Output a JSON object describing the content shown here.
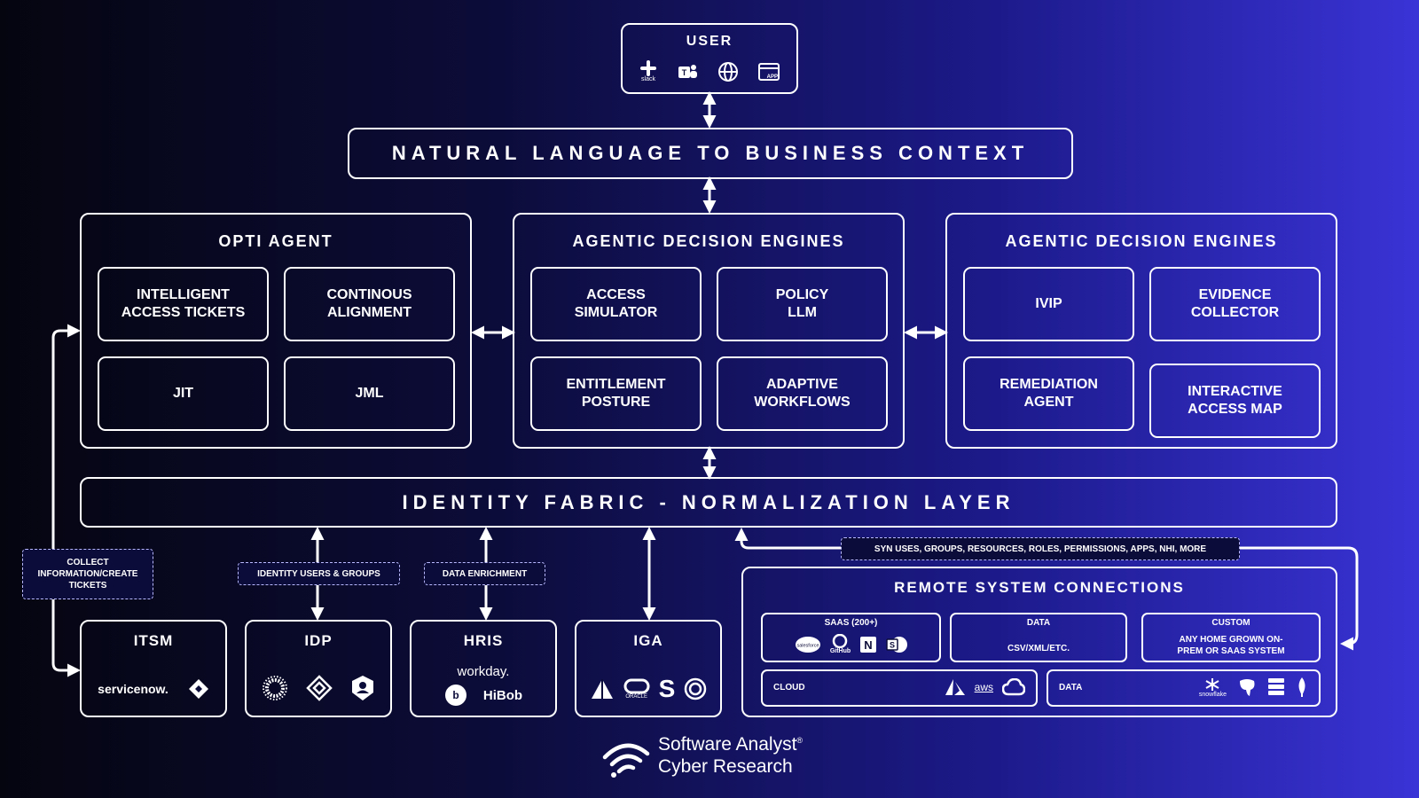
{
  "user": {
    "title": "USER",
    "icons": [
      "slack-icon",
      "teams-icon",
      "globe-icon",
      "app-icon"
    ],
    "slack_caption": "slack",
    "app_caption": "APP"
  },
  "nl_banner": "NATURAL LANGUAGE TO BUSINESS CONTEXT",
  "panels": [
    {
      "title": "OPTI AGENT",
      "items": [
        "INTELLIGENT\nACCESS TICKETS",
        "CONTINOUS\nALIGNMENT",
        "JIT",
        "JML"
      ]
    },
    {
      "title": "AGENTIC DECISION ENGINES",
      "items": [
        "ACCESS\nSIMULATOR",
        "POLICY\nLLM",
        "ENTITLEMENT\nPOSTURE",
        "ADAPTIVE\nWORKFLOWS"
      ]
    },
    {
      "title": "AGENTIC DECISION ENGINES",
      "items": [
        "IVIP",
        "EVIDENCE\nCOLLECTOR",
        "REMEDIATION\nAGENT",
        "INTERACTIVE\nACCESS MAP"
      ]
    }
  ],
  "fabric_banner": "IDENTITY FABRIC - NORMALIZATION LAYER",
  "tags": {
    "collect": "COLLECT\nINFORMATION/CREATE\nTICKETS",
    "identity": "IDENTITY USERS & GROUPS",
    "enrichment": "DATA ENRICHMENT",
    "sync": "SYN USES, GROUPS, RESOURCES, ROLES, PERMISSIONS, APPS, NHI, MORE"
  },
  "sources": [
    {
      "title": "ITSM",
      "brand": "servicenow."
    },
    {
      "title": "IDP"
    },
    {
      "title": "HRIS",
      "brand": "workday.",
      "brand2": "HiBob"
    },
    {
      "title": "IGA",
      "brand": "ORACLE"
    }
  ],
  "remote": {
    "title": "REMOTE SYSTEM CONNECTIONS",
    "saas": {
      "label": "SAAS (200+)",
      "salesforce": "salesforce",
      "github": "GitHub"
    },
    "data": {
      "label": "DATA",
      "value": "CSV/XML/ETC."
    },
    "custom": {
      "label": "CUSTOM",
      "value": "ANY HOME GROWN ON-\nPREM OR SAAS SYSTEM"
    },
    "cloud": {
      "label": "CLOUD",
      "aws": "aws"
    },
    "data2": {
      "label": "DATA",
      "snowflake": "snowflake"
    }
  },
  "footer": {
    "line1": "Software Analyst",
    "line2": "Cyber Research",
    "reg": "®"
  }
}
